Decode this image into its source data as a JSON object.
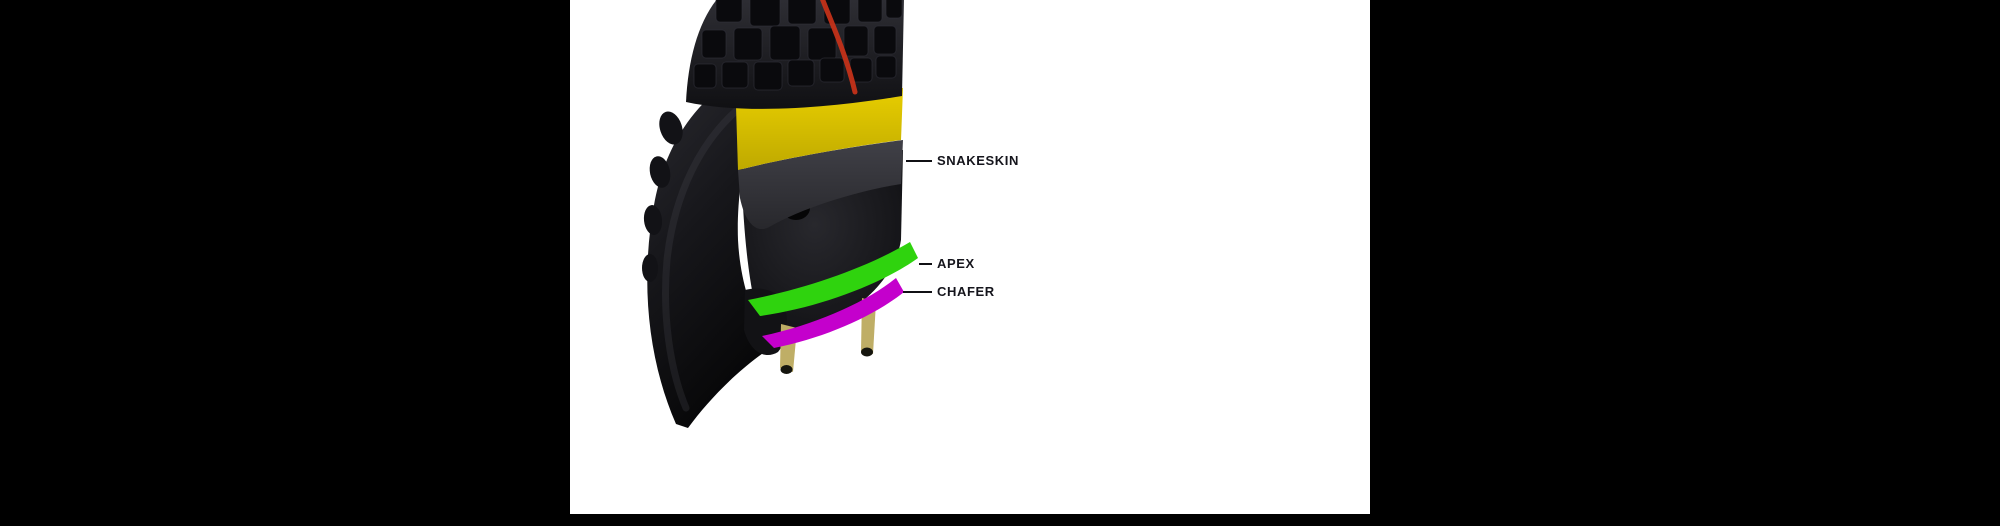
{
  "page": {
    "background": "#ffffff",
    "side_panel_color": "#000000"
  },
  "diagram": {
    "labels": {
      "snakeskin": "SNAKESKIN",
      "apex": "APEX",
      "chafer": "CHAFER"
    },
    "colors": {
      "tire_rubber": "#111114",
      "tread_stripe_red": "#c43219",
      "carcass_yellow": "#e8ce00",
      "snakeskin_gray": "#404047",
      "apex_green": "#2fd30e",
      "chafer_magenta": "#c400cc",
      "bead_tan": "#bfae66",
      "label_text": "#15151c",
      "leader_line": "#101014"
    }
  }
}
